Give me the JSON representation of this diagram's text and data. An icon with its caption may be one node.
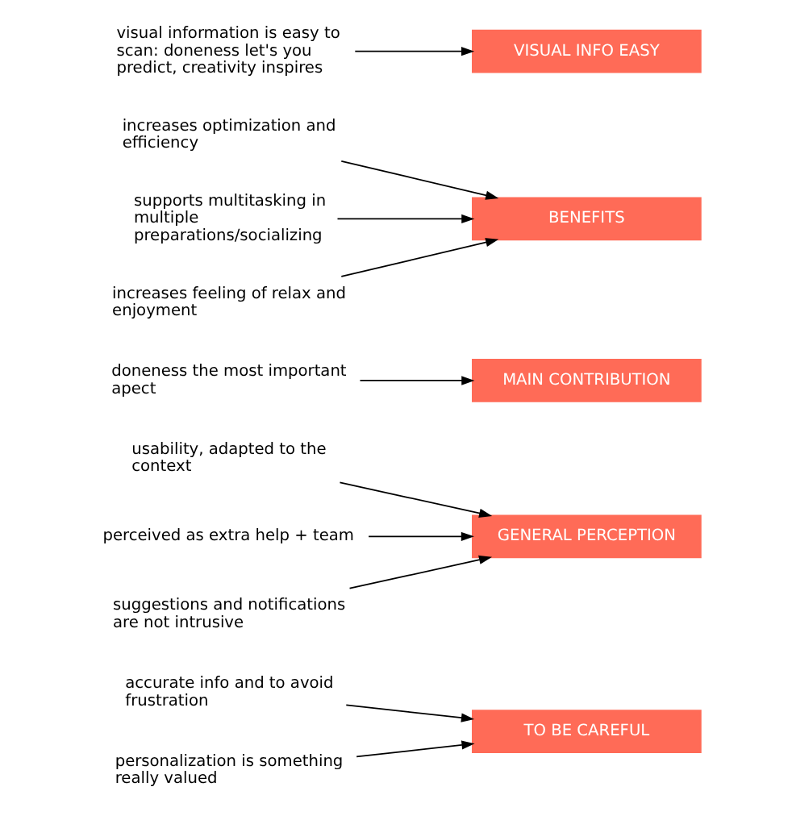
{
  "diagram": {
    "nodes": [
      {
        "text": [
          "accurate info and to avoid frustration"
        ]
      },
      {
        "text": [
          "personalization is something really valued"
        ]
      },
      {
        "text": [
          "TO BE CAREFUL"
        ]
      },
      {
        "text": [
          "usability, adapted to the context"
        ]
      },
      {
        "text": [
          "perceived as extra help + team"
        ]
      },
      {
        "text": [
          "suggestions and notifications are not intrusive"
        ]
      },
      {
        "text": [
          "GENERAL PERCEPTION"
        ]
      },
      {
        "text": [
          "doneness the most important apect"
        ]
      },
      {
        "text": [
          "MAIN CONTRIBUTION"
        ]
      },
      {
        "text": [
          "increases optimization and efficiency"
        ]
      },
      {
        "text": [
          "supports multitasking in multiple preparations/socializing"
        ]
      },
      {
        "text": [
          "increases feeling of relax and enjoyment"
        ]
      },
      {
        "text": [
          "BENEFITS"
        ]
      },
      {
        "text": [
          "visual information is easy to scan: doneness let's you predict, creativity inspires"
        ]
      },
      {
        "text": [
          "VISUAL INFO EASY"
        ]
      }
    ],
    "edges": [
      {
        "from": 0,
        "to": 2,
        "arrow": "to"
      },
      {
        "from": 1,
        "to": 2,
        "arrow": "to"
      },
      {
        "from": 3,
        "to": 6,
        "arrow": "to"
      },
      {
        "from": 4,
        "to": 6,
        "arrow": "to"
      },
      {
        "from": 5,
        "to": 6,
        "arrow": "to"
      },
      {
        "from": 7,
        "to": 8,
        "arrow": "to"
      },
      {
        "from": 9,
        "to": 12,
        "arrow": "to"
      },
      {
        "from": 10,
        "to": 12,
        "arrow": "to"
      },
      {
        "from": 11,
        "to": 12,
        "arrow": "to"
      },
      {
        "from": 13,
        "to": 14,
        "arrow": "to"
      }
    ]
  }
}
